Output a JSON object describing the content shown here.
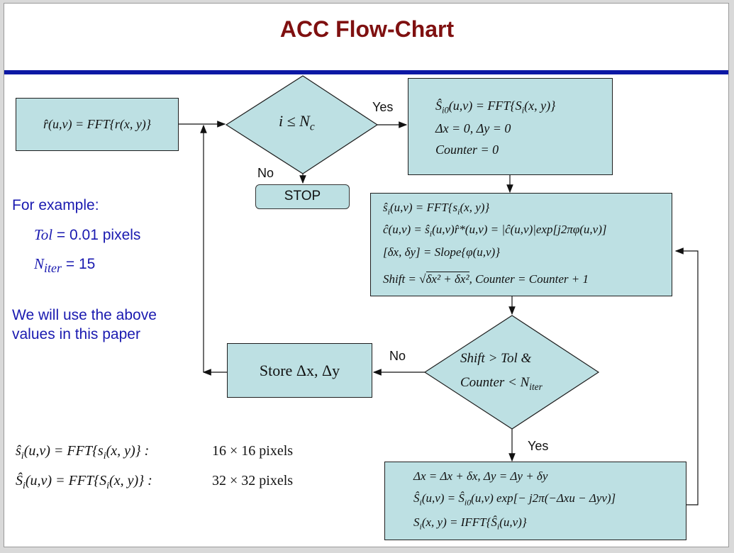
{
  "title": "ACC Flow-Chart",
  "nodes": {
    "fft_r": "r̂(u,v) = FFT{r(x, y)}",
    "decision_loop": "i ≤ N",
    "decision_loop_sub": "c",
    "init": {
      "line1": "Ŝ",
      "line1_sub": "i0",
      "line1_rest": "(u,v) = FFT{S",
      "line1_sub2": "i",
      "line1_end": "(x, y)}",
      "line2": "Δx = 0,  Δy = 0",
      "line3": "Counter = 0"
    },
    "stop": "STOP",
    "process": {
      "line1": "ŝ",
      "line1_sub": "i",
      "line1_rest": "(u,v) = FFT{s",
      "line1_sub2": "i",
      "line1_end": "(x, y)}",
      "line2": "ĉ(u,v) = ŝ",
      "line2_sub": "i",
      "line2_rest": "(u,v)r̂*(u,v) = |ĉ(u,v)|exp[j2πφ(u,v)]",
      "line3": "[δx, δy] = Slope{φ(u,v)}",
      "line4_a": "Shift = ",
      "line4_b": "δx² + δx²",
      "line4_c": ",   Counter = Counter + 1"
    },
    "decision_shift": {
      "line1": "Shift > Tol  &",
      "line2": "Counter < N",
      "line2_sub": "iter"
    },
    "store": "Store  Δx,  Δy",
    "update": {
      "line1": "Δx = Δx + δx,   Δy = Δy + δy",
      "line2": "Ŝ",
      "line2_sub": "i",
      "line2_rest": "(u,v) = Ŝ",
      "line2_sub2": "i0",
      "line2_end": "(u,v) exp[− j2π(−Δxu − Δyv)]",
      "line3": "S",
      "line3_sub": "i",
      "line3_rest": "(x, y) = IFFT{Ŝ",
      "line3_sub2": "i",
      "line3_end": "(u,v)}"
    }
  },
  "edge_labels": {
    "yes_top": "Yes",
    "no_top": "No",
    "no_mid": "No",
    "yes_bottom": "Yes"
  },
  "example": {
    "heading": "For example:",
    "tol_sym": "Tol",
    "tol_val": " = 0.01 pixels",
    "niter_sym": "N",
    "niter_sub": "iter",
    "niter_val": " = 15",
    "note_line1": "We will use the above",
    "note_line2": "values in this paper"
  },
  "sizes": {
    "line1_lhs": "ŝ",
    "line1_sub": "i",
    "line1_rest": "(u,v) = FFT{s",
    "line1_sub2": "i",
    "line1_end": "(x, y)} :",
    "line1_val": "16 × 16 pixels",
    "line2_lhs": "Ŝ",
    "line2_sub": "i",
    "line2_rest": "(u,v) = FFT{S",
    "line2_sub2": "i",
    "line2_end": "(x, y)} :",
    "line2_val": "32 × 32 pixels"
  },
  "colors": {
    "title": "#7f1010",
    "rule": "#0c18a4",
    "node_fill": "#bde0e3",
    "example_text": "#1a1ab0"
  }
}
